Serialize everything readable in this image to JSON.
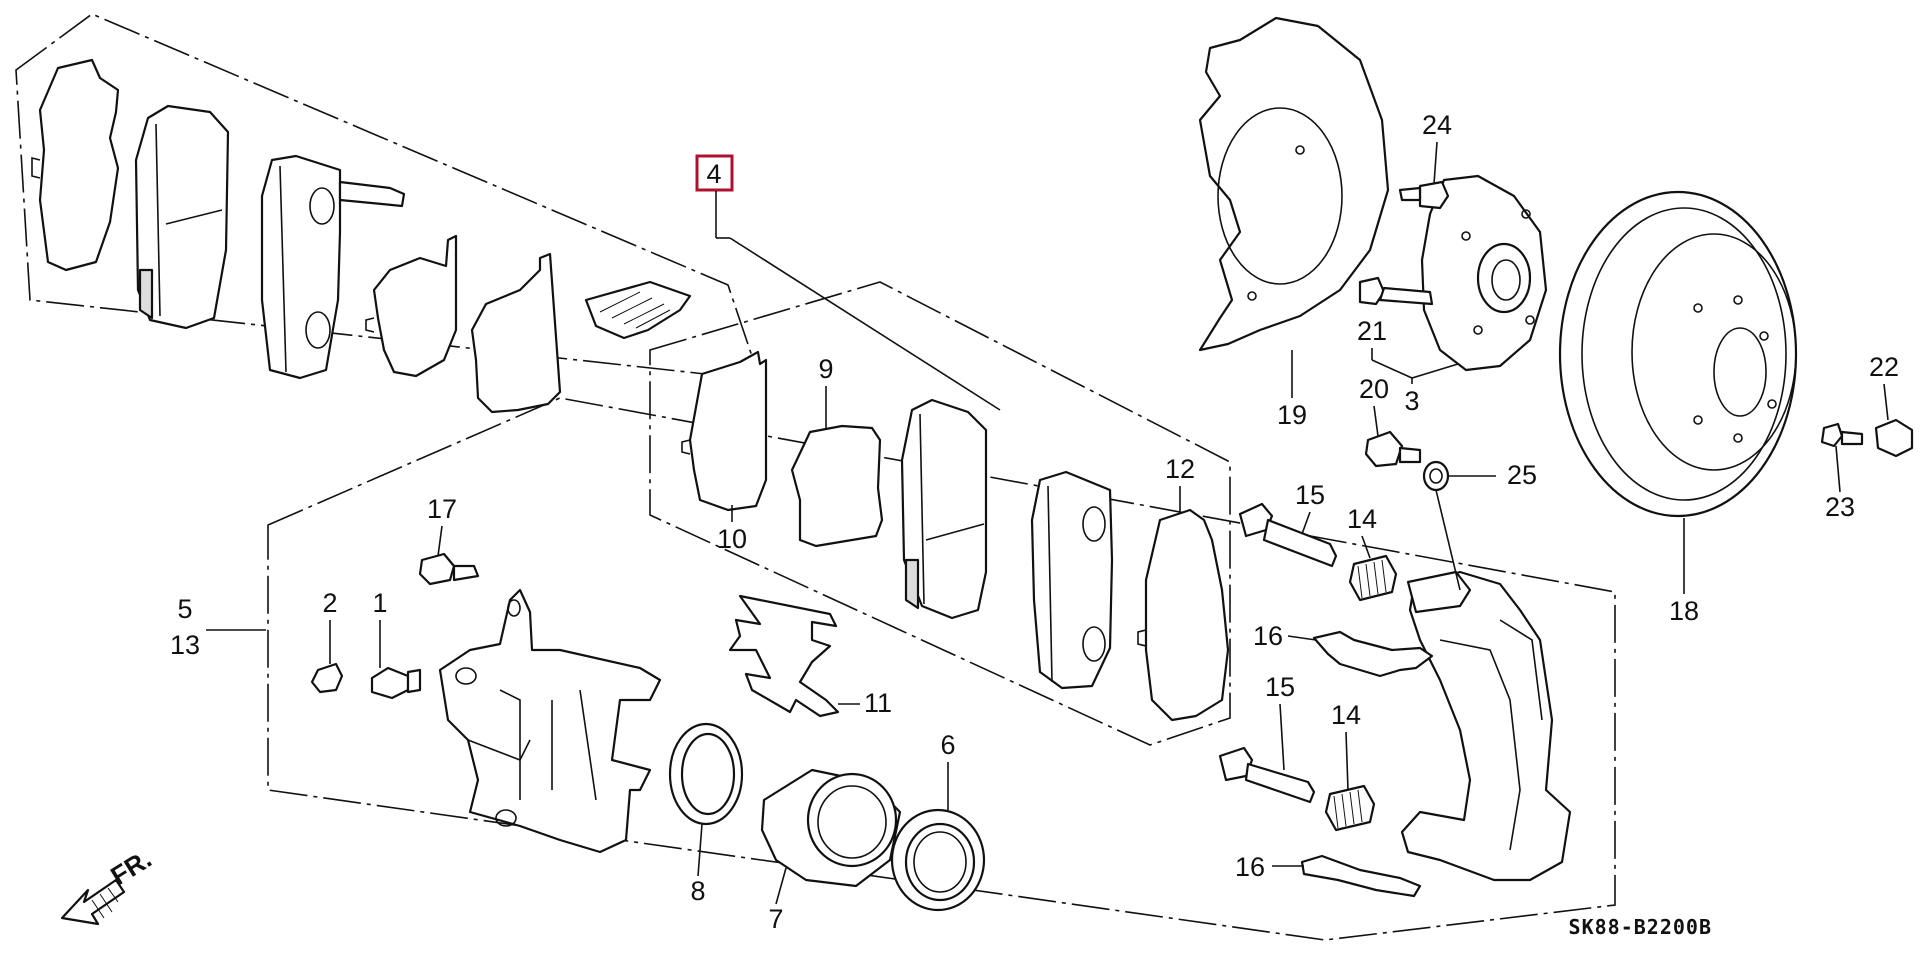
{
  "diagram": {
    "drawing_code": "SK88-B2200B",
    "front_arrow_label": "FR.",
    "highlighted_callout": "4",
    "callouts": {
      "c1": "1",
      "c2": "2",
      "c3": "3",
      "c4": "4",
      "c5": "5",
      "c13": "13",
      "c6": "6",
      "c7": "7",
      "c8": "8",
      "c9": "9",
      "c10": "10",
      "c11": "11",
      "c12": "12",
      "c14a": "14",
      "c14b": "14",
      "c15a": "15",
      "c15b": "15",
      "c16a": "16",
      "c16b": "16",
      "c17": "17",
      "c18": "18",
      "c19": "19",
      "c20": "20",
      "c21": "21",
      "c22": "22",
      "c23": "23",
      "c24": "24",
      "c25": "25"
    },
    "colors": {
      "line": "#111111",
      "highlight_border": "#b01030",
      "background": "#ffffff"
    }
  }
}
